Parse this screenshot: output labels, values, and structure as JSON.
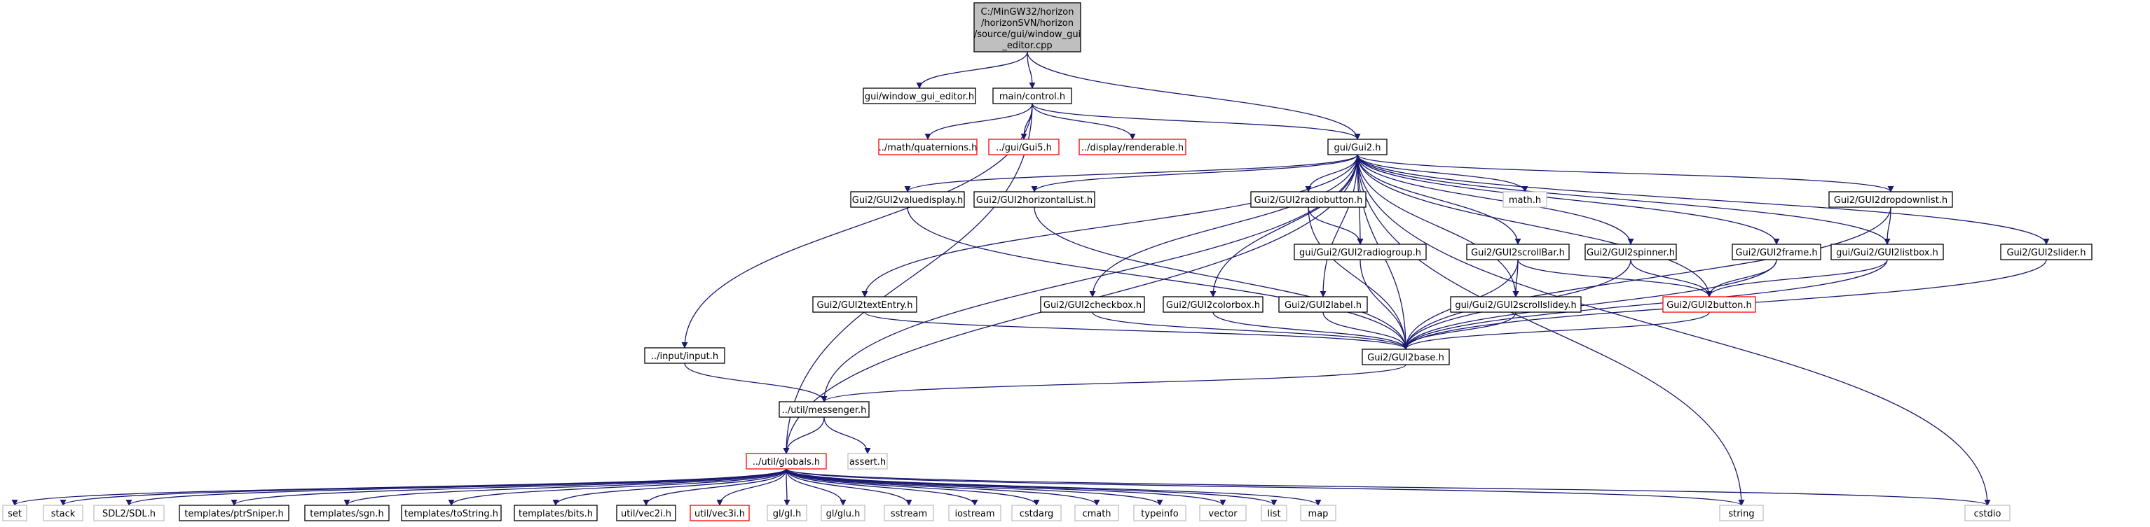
{
  "diagram": {
    "root_lines": [
      "C:/MinGW32/horizon",
      "/horizonSVN/horizon",
      "/source/gui/window_gui",
      "_editor.cpp"
    ],
    "nodes": {
      "wge": "gui/window_gui_editor.h",
      "control": "main/control.h",
      "quat": "../math/quaternions.h",
      "guii": "../gui/Gui5.h",
      "rend": "../display/renderable.h",
      "gui2": "gui/Gui2.h",
      "input": "../input/input.h",
      "valdisp": "Gui2/GUI2valuedisplay.h",
      "hlist": "Gui2/GUI2horizontalList.h",
      "radiobtn": "Gui2/GUI2radiobutton.h",
      "math": "math.h",
      "ddlist": "Gui2/GUI2dropdownlist.h",
      "radiogrp": "gui/Gui2/GUI2radiogroup.h",
      "scrollbar": "Gui2/GUI2scrollBar.h",
      "spinner": "Gui2/GUI2spinner.h",
      "frame": "Gui2/GUI2frame.h",
      "listbox": "gui/Gui2/GUI2listbox.h",
      "slider": "Gui2/GUI2slider.h",
      "textentry": "Gui2/GUI2textEntry.h",
      "checkbox": "Gui2/GUI2checkbox.h",
      "colorbox": "Gui2/GUI2colorbox.h",
      "label": "Gui2/GUI2label.h",
      "scrollslide": "gui/Gui2/GUI2scrollslidey.h",
      "button": "Gui2/GUI2button.h",
      "base": "Gui2/GUI2base.h",
      "messenger": "../util/messenger.h",
      "assert": "assert.h",
      "globals": "../util/globals.h",
      "set": "set",
      "stack": "stack",
      "sdl": "SDL2/SDL.h",
      "ptrsniper": "templates/ptrSniper.h",
      "sgn": "templates/sgn.h",
      "tostring": "templates/toString.h",
      "bits": "templates/bits.h",
      "vec2i": "util/vec2i.h",
      "vec3": "util/vec3i.h",
      "glgl": "gl/gl.h",
      "glglu": "gl/glu.h",
      "sstream": "sstream",
      "iostream": "iostream",
      "cstdarg": "cstdarg",
      "cmath": "cmath",
      "typeinfo": "typeinfo",
      "vector": "vector",
      "list": "list",
      "map": "map",
      "string": "string",
      "cstdio": "cstdio"
    },
    "colors": {
      "root_fill": "#bfbfbf",
      "normal_border": "#000000",
      "incomplete_border": "#ff0000",
      "system_border": "#bfbfbf",
      "edge": "#191970"
    }
  }
}
